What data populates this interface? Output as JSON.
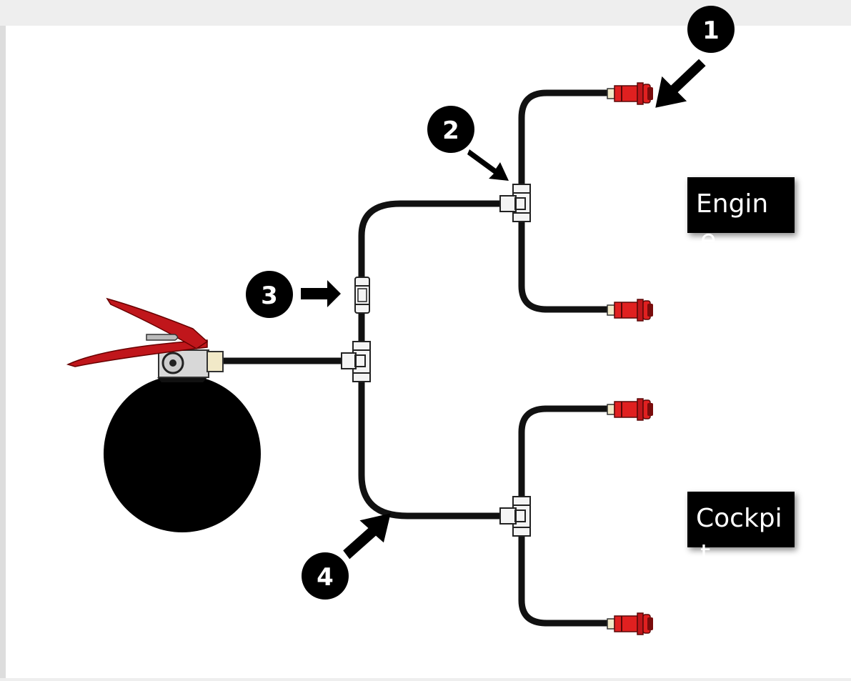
{
  "colors": {
    "background": "#eeeeee",
    "panel": "#ffffff",
    "hose": "#111111",
    "fitting_red": "#e02020",
    "fitting_dark": "#7a0c0c",
    "handle_red": "#c0161b",
    "bottle": "#000000",
    "label_bg": "#000000",
    "label_text": "#ffffff",
    "marker_bg": "#000000",
    "marker_text": "#ffffff"
  },
  "markers": [
    {
      "number": "1"
    },
    {
      "number": "2"
    },
    {
      "number": "3"
    },
    {
      "number": "4"
    }
  ],
  "labels": {
    "engine": {
      "line1": "Engin",
      "line2": "e"
    },
    "cockpit": {
      "line1": "Cockpi",
      "line2": "t"
    }
  }
}
